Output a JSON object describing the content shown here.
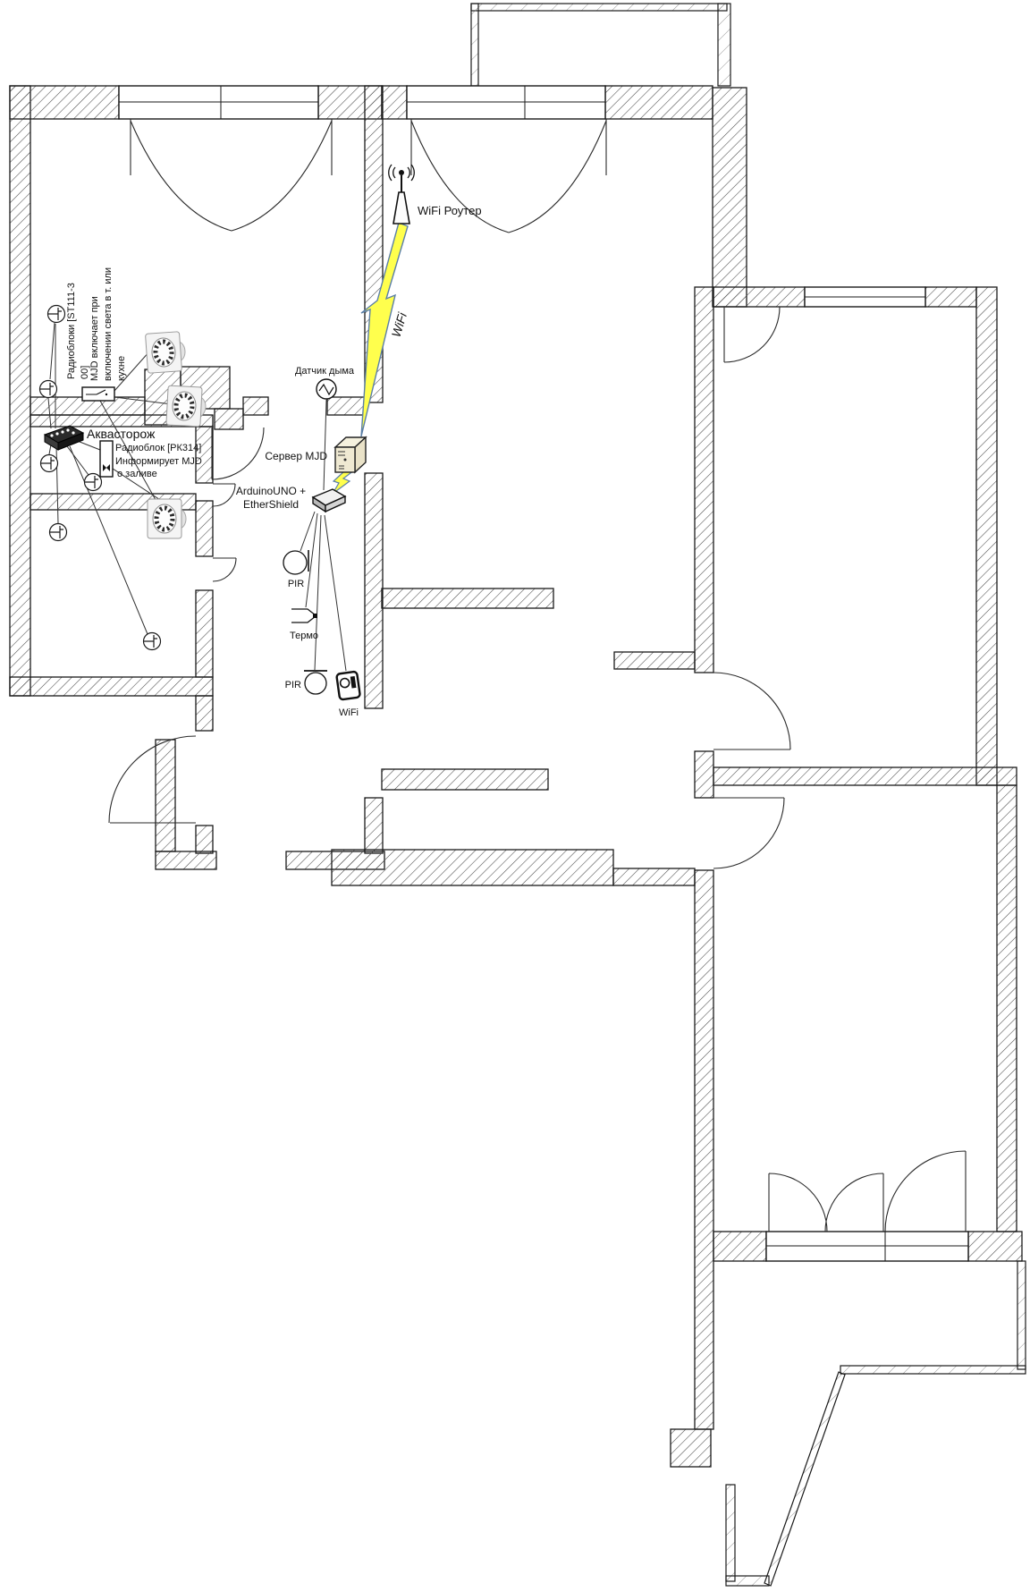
{
  "devices": {
    "wifi_router": {
      "label": "WiFi Роутер"
    },
    "wifi_link_label": "WiFi",
    "smoke_sensor": {
      "label": "Датчик дыма"
    },
    "server": {
      "label": "Сервер MJD"
    },
    "arduino": {
      "label_line1": "ArduinoUNO +",
      "label_line2": "EtherShield"
    },
    "pir_hall": {
      "label": "PIR"
    },
    "thermo": {
      "label": "Термо"
    },
    "pir_kitchen": {
      "label": "PIR"
    },
    "wifi_client": {
      "label": "WiFi"
    },
    "aquaguard": {
      "label": "Аквасторож"
    },
    "aquaguard_note": {
      "line1": "Радиоблок [РК314]",
      "line2": "Информирует MJD",
      "line3": "о заливе"
    },
    "radio_blocks_note": {
      "line1": "Радиоблоки [ST111-3",
      "line2": "00]"
    },
    "mjd_note": {
      "line1": "MJD включает при",
      "line2": "включении света в т. или",
      "line3": "кухне"
    }
  },
  "colors": {
    "wifi_bolt": "#FFFF4D",
    "bolt_outline": "#5B7FA6",
    "wall_hatch": "#4A4A4A",
    "server_body": "#E9E2C8",
    "background": "#FFFFFF"
  }
}
